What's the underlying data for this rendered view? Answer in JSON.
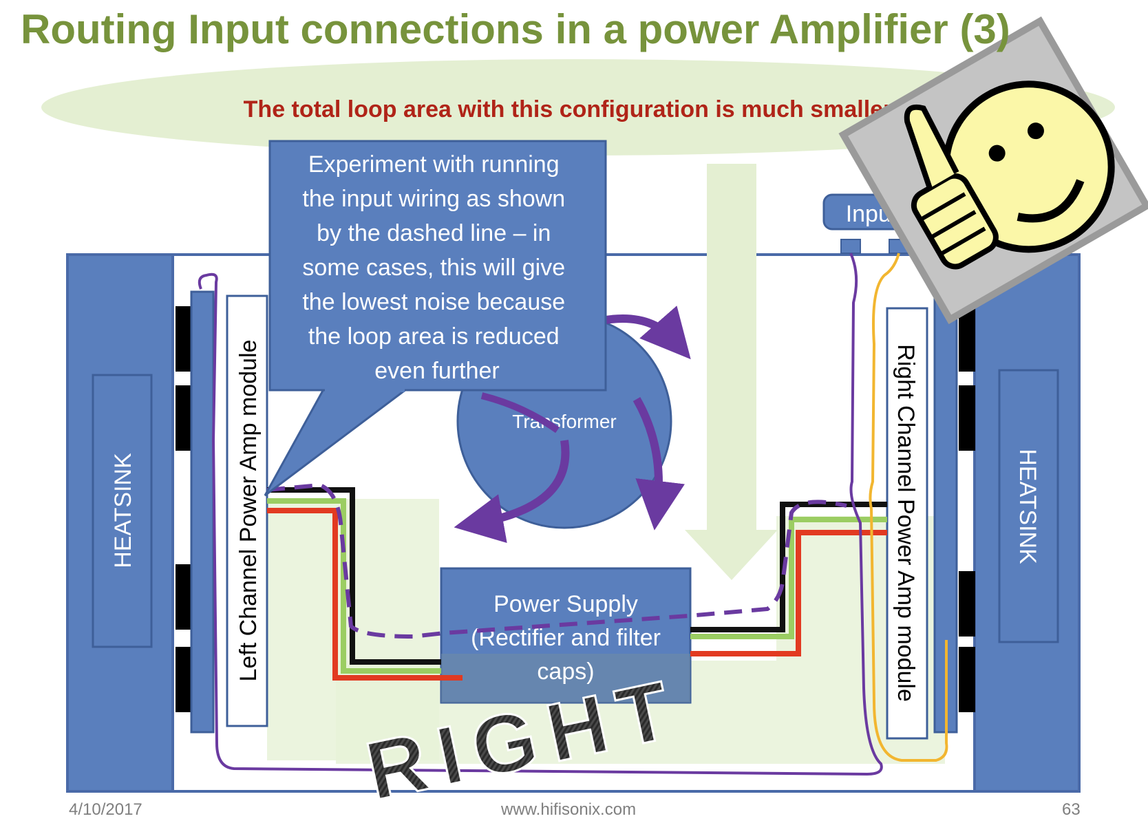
{
  "slide": {
    "title": "Routing Input connections in a power Amplifier (3)",
    "subtitle": "The total loop area with this configuration is much smaller",
    "footer_date": "4/10/2017",
    "footer_url": "www.hifisonix.com",
    "page_number": "63"
  },
  "callout": {
    "lines": [
      "Experiment with running",
      "the input wiring as shown",
      "by the dashed line – in",
      "some cases, this will give",
      "the lowest noise because",
      "the loop area is reduced",
      "even further"
    ]
  },
  "diagram": {
    "left_heatsink": "HEATSINK",
    "right_heatsink": "HEATSINK",
    "left_module": "Left Channel Power Amp module",
    "right_module": "Right Channel Power Amp module",
    "transformer": "Transformer",
    "inputs": "Inputs",
    "power_supply": [
      "Power Supply",
      "(Rectifier and filter",
      "caps)"
    ],
    "verdict_stamp": "RIGHT",
    "thumbs_up_icon": "thumbs-up-smiley-icon"
  },
  "colors": {
    "title": "#77933c",
    "subtitle": "#b02418",
    "chassis_blue": "#5a7fbd",
    "light_green": "#e8f2d8",
    "wire_black": "#111111",
    "wire_green": "#9bcd62",
    "wire_red": "#e23a21",
    "wire_purple": "#6a3aa0",
    "wire_orange": "#f2b630"
  }
}
